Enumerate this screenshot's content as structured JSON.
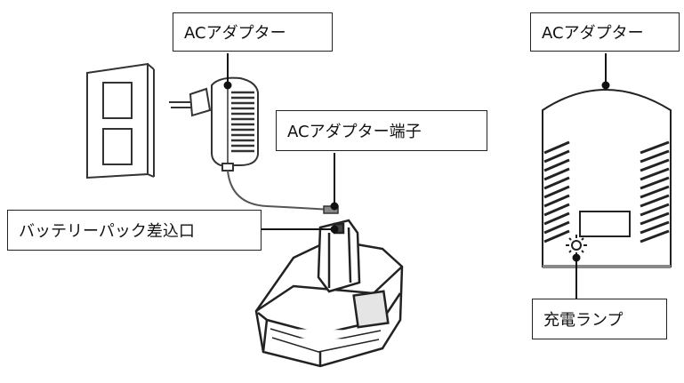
{
  "labels": {
    "ac_adapter_left": "ACアダプター",
    "ac_adapter_terminal": "ACアダプター端子",
    "battery_pack_port": "バッテリーパック差込口",
    "ac_adapter_right": "ACアダプター",
    "charge_lamp": "充電ランプ"
  }
}
